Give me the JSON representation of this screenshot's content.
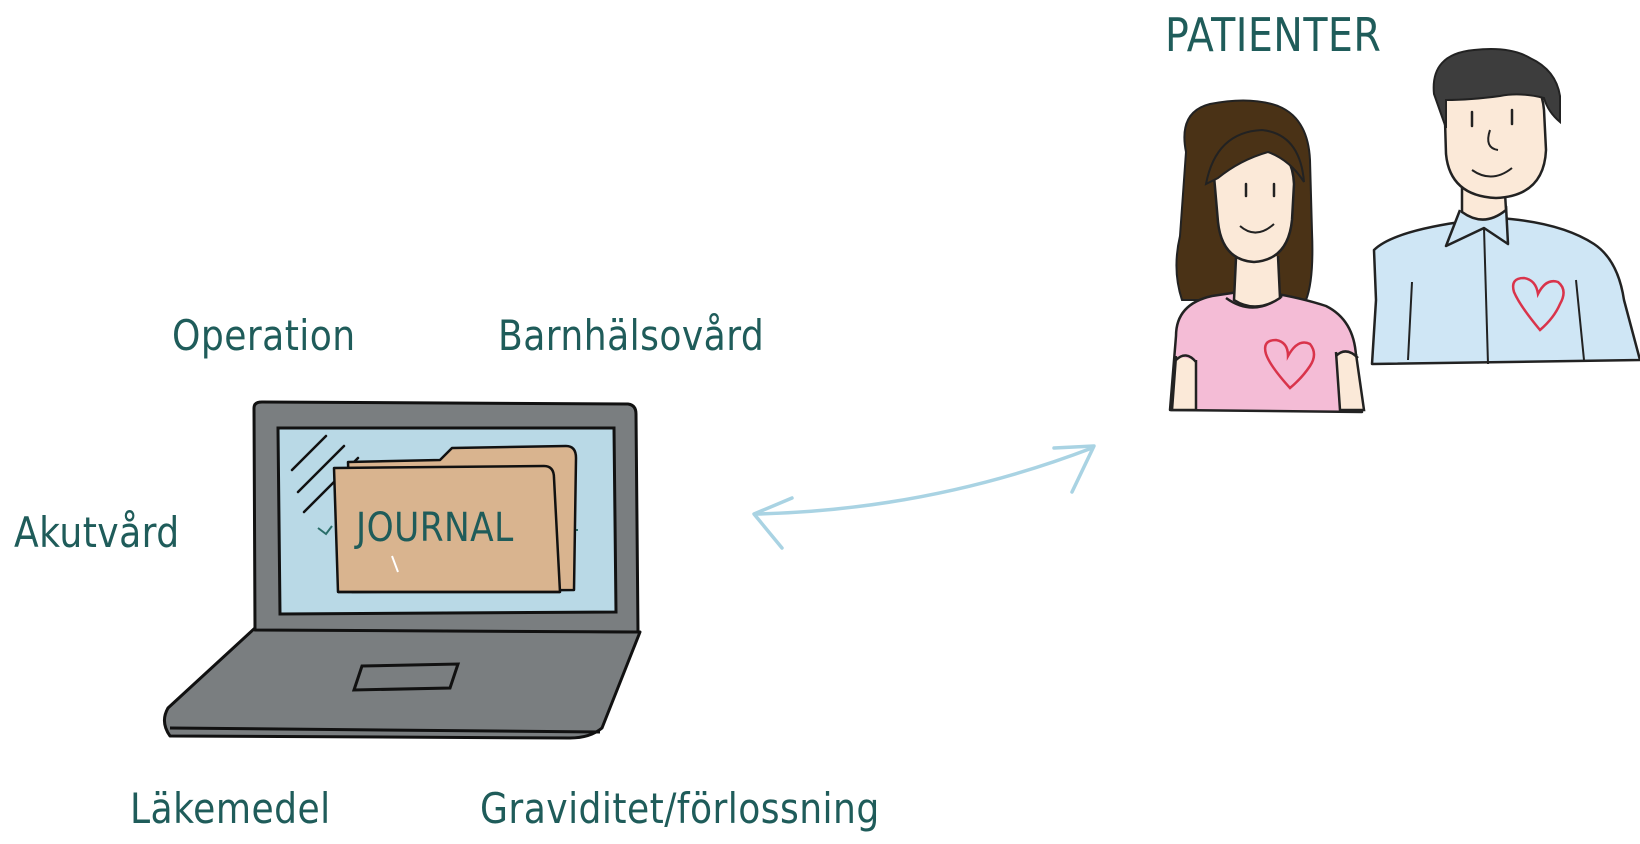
{
  "labels": {
    "operation": "Operation",
    "barnhalsovard": "Barnhälsovård",
    "akutvard": "Akutvård",
    "lakemedel": "Läkemedel",
    "graviditet": "Graviditet/förlossning",
    "patienter": "PATIENTER"
  },
  "laptop": {
    "folder_label": "JOURNAL"
  },
  "colors": {
    "text": "#1f5c5a",
    "laptop_body": "#7a7e80",
    "screen": "#b9d9e6",
    "folder": "#d9b48f",
    "arrow": "#a9d3e3",
    "woman_shirt": "#f4bcd6",
    "man_shirt": "#cfe6f5",
    "heart": "#d9344b",
    "skin": "#fbe9d8",
    "hair_woman": "#4a3216",
    "hair_man": "#3d3d3d"
  },
  "icons": [
    "laptop-icon",
    "journal-folder-icon",
    "double-arrow-icon",
    "patients-illustration",
    "heart-icon"
  ]
}
